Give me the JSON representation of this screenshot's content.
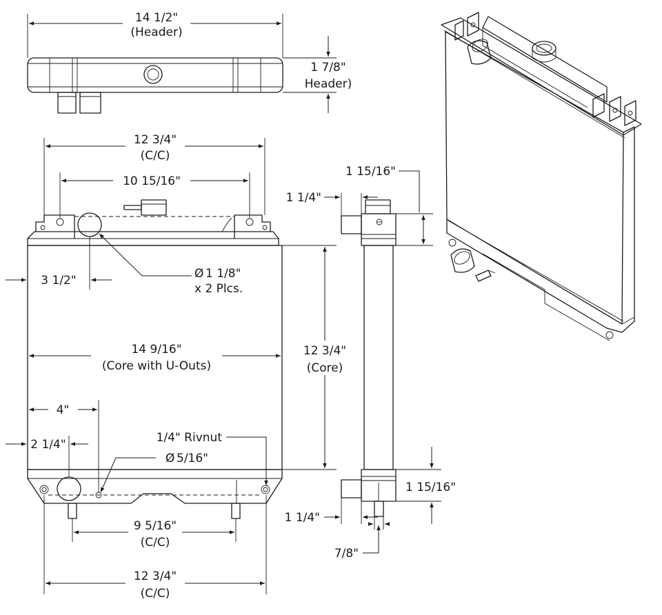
{
  "dimensions": {
    "header_width": "14 1/2\"",
    "header_width_note": "(Header)",
    "header_depth": "1 7/8\"",
    "header_depth_note": "Header)",
    "top_mount_cc": "12 3/4\"",
    "top_mount_cc_note": "(C/C)",
    "top_tabs": "10 15/16\"",
    "inlet_offset": "3 1/2\"",
    "inlet_dia_note": "x 2 Plcs.",
    "inlet_dia": "1 1/8\"",
    "core_width": "14 9/16\"",
    "core_width_note": "(Core with U-Outs)",
    "core_height": "12 3/4\"",
    "core_height_note": "(Core)",
    "drain_offset": "4\"",
    "outlet_offset": "2 1/4\"",
    "rivnut_label": "1/4\" Rivnut",
    "rivnut_dia": "5/16\"",
    "bottom_pins": "9 5/16\"",
    "bottom_pins_note": "(C/C)",
    "bottom_mount_cc": "12 3/4\"",
    "bottom_mount_cc_note": "(C/C)",
    "side_top_height": "1 15/16\"",
    "side_top_offset": "1 1/4\"",
    "side_bottom_height": "1 15/16\"",
    "side_bottom_offset": "1 1/4\"",
    "side_pin": "7/8\""
  },
  "diameter_symbol": "Ø"
}
